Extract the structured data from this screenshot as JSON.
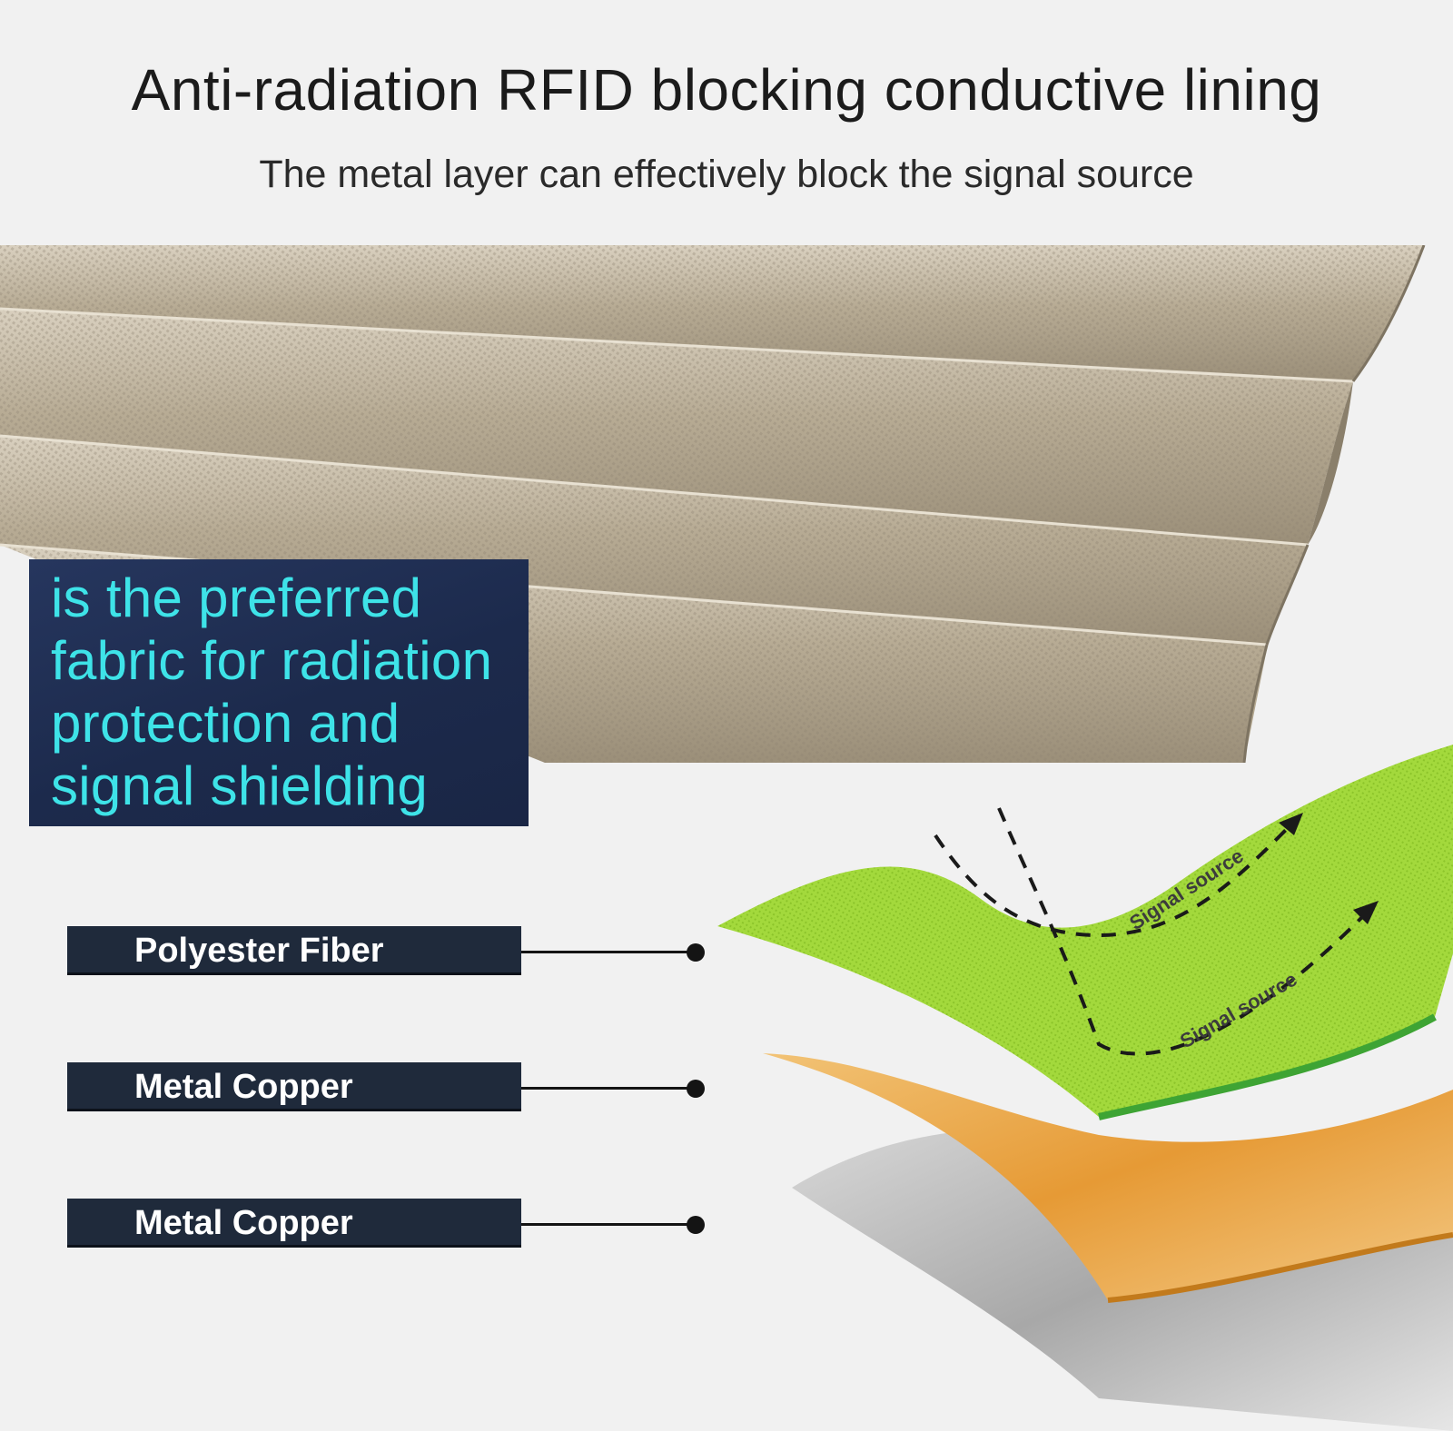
{
  "header": {
    "title": "Anti-radiation RFID blocking conductive lining",
    "subtitle": "The metal layer can effectively block the signal source"
  },
  "promo": {
    "text": "is the preferred\nfabric for radiation\nprotection and\nsignal shielding"
  },
  "layer_labels": [
    {
      "label": "Polyester Fiber"
    },
    {
      "label": "Metal Copper"
    },
    {
      "label": "Metal Copper"
    }
  ],
  "diagram": {
    "signal_labels": [
      "Signal source",
      "Signal source"
    ]
  },
  "colors": {
    "background": "#f1f1f1",
    "fabric": "#b9ad98",
    "promo_bg": "#1c2a4c",
    "promo_text": "#3ee3e8",
    "label_bg": "#1f2a3b",
    "layer_green": "#9bd432",
    "layer_orange": "#e8a447",
    "layer_silver": "#bfbfbf"
  }
}
